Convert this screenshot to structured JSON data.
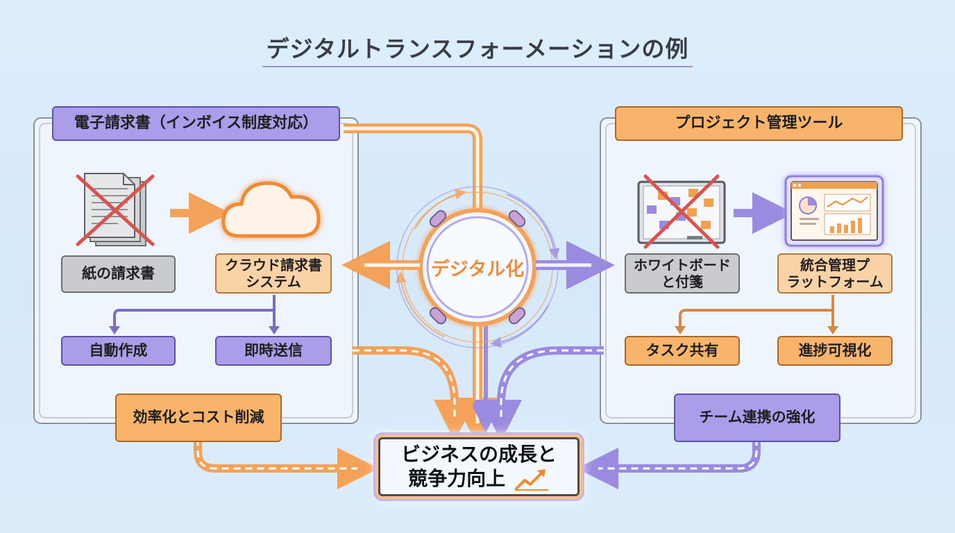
{
  "title": "デジタルトランスフォーメーションの例",
  "hub": {
    "label": "デジタル化"
  },
  "left": {
    "header": "電子請求書（インボイス制度対応）",
    "before": "紙の請求書",
    "after": "クラウド請求書\nシステム",
    "feature1": "自動作成",
    "feature2": "即時送信",
    "benefit": "効率化とコスト削減",
    "before_icon": "crossed-paper-document-icon",
    "after_icon": "cloud-icon"
  },
  "right": {
    "header": "プロジェクト管理ツール",
    "before": "ホワイトボード\nと付箋",
    "after": "統合管理プ\nラットフォーム",
    "feature1": "タスク共有",
    "feature2": "進捗可視化",
    "benefit": "チーム連携の強化",
    "before_icon": "crossed-whiteboard-icon",
    "after_icon": "dashboard-tablet-icon"
  },
  "goal": {
    "line1": "ビジネスの成長と",
    "line2": "競争力向上",
    "icon": "growth-chart-icon"
  },
  "colors": {
    "purple": "#ab9de9",
    "orange": "#f7b46a",
    "arrow_orange": "#f4a25a",
    "arrow_purple": "#9b8be0",
    "background": "#d6e9fa"
  }
}
